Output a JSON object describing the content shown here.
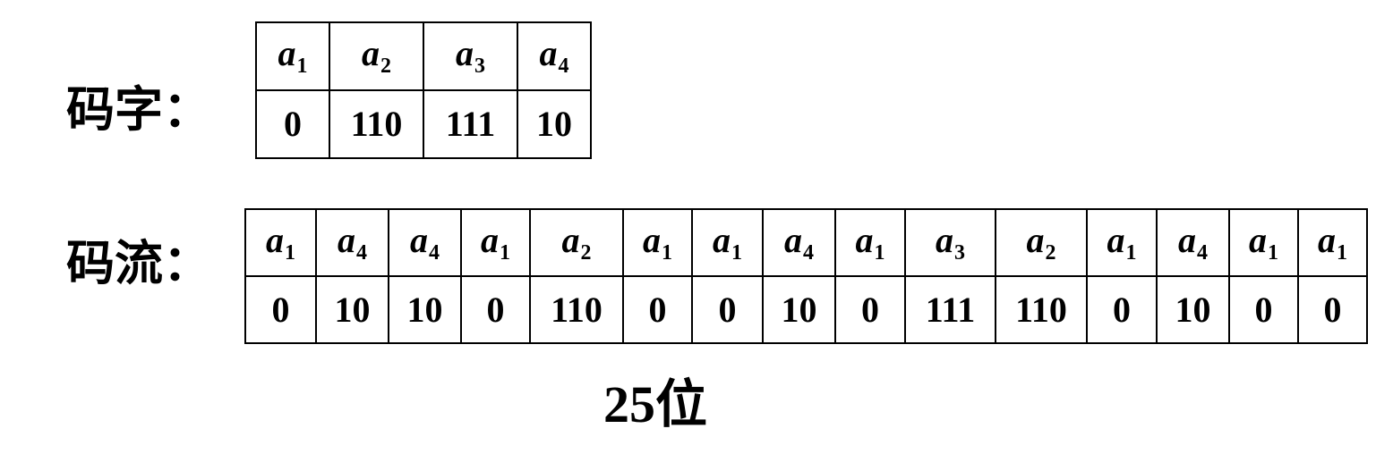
{
  "codeword_label": "码字：",
  "stream_label": "码流：",
  "codewords": [
    {
      "symbol": "a",
      "index": "1",
      "code": "0"
    },
    {
      "symbol": "a",
      "index": "2",
      "code": "110"
    },
    {
      "symbol": "a",
      "index": "3",
      "code": "111"
    },
    {
      "symbol": "a",
      "index": "4",
      "code": "10"
    }
  ],
  "stream": [
    {
      "symbol": "a",
      "index": "1",
      "code": "0"
    },
    {
      "symbol": "a",
      "index": "4",
      "code": "10"
    },
    {
      "symbol": "a",
      "index": "4",
      "code": "10"
    },
    {
      "symbol": "a",
      "index": "1",
      "code": "0"
    },
    {
      "symbol": "a",
      "index": "2",
      "code": "110"
    },
    {
      "symbol": "a",
      "index": "1",
      "code": "0"
    },
    {
      "symbol": "a",
      "index": "1",
      "code": "0"
    },
    {
      "symbol": "a",
      "index": "4",
      "code": "10"
    },
    {
      "symbol": "a",
      "index": "1",
      "code": "0"
    },
    {
      "symbol": "a",
      "index": "3",
      "code": "111"
    },
    {
      "symbol": "a",
      "index": "2",
      "code": "110"
    },
    {
      "symbol": "a",
      "index": "1",
      "code": "0"
    },
    {
      "symbol": "a",
      "index": "4",
      "code": "10"
    },
    {
      "symbol": "a",
      "index": "1",
      "code": "0"
    },
    {
      "symbol": "a",
      "index": "1",
      "code": "0"
    }
  ],
  "total_bits": "25位"
}
